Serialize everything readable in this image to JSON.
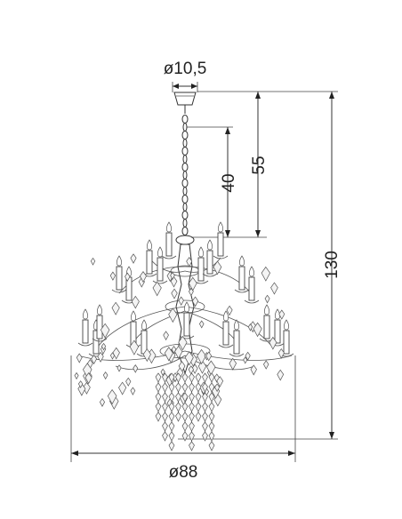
{
  "dimensions": {
    "canopy_diameter": "ø10,5",
    "drop_length": "55",
    "chain_length": "40",
    "total_height": "130",
    "body_diameter": "ø88"
  }
}
